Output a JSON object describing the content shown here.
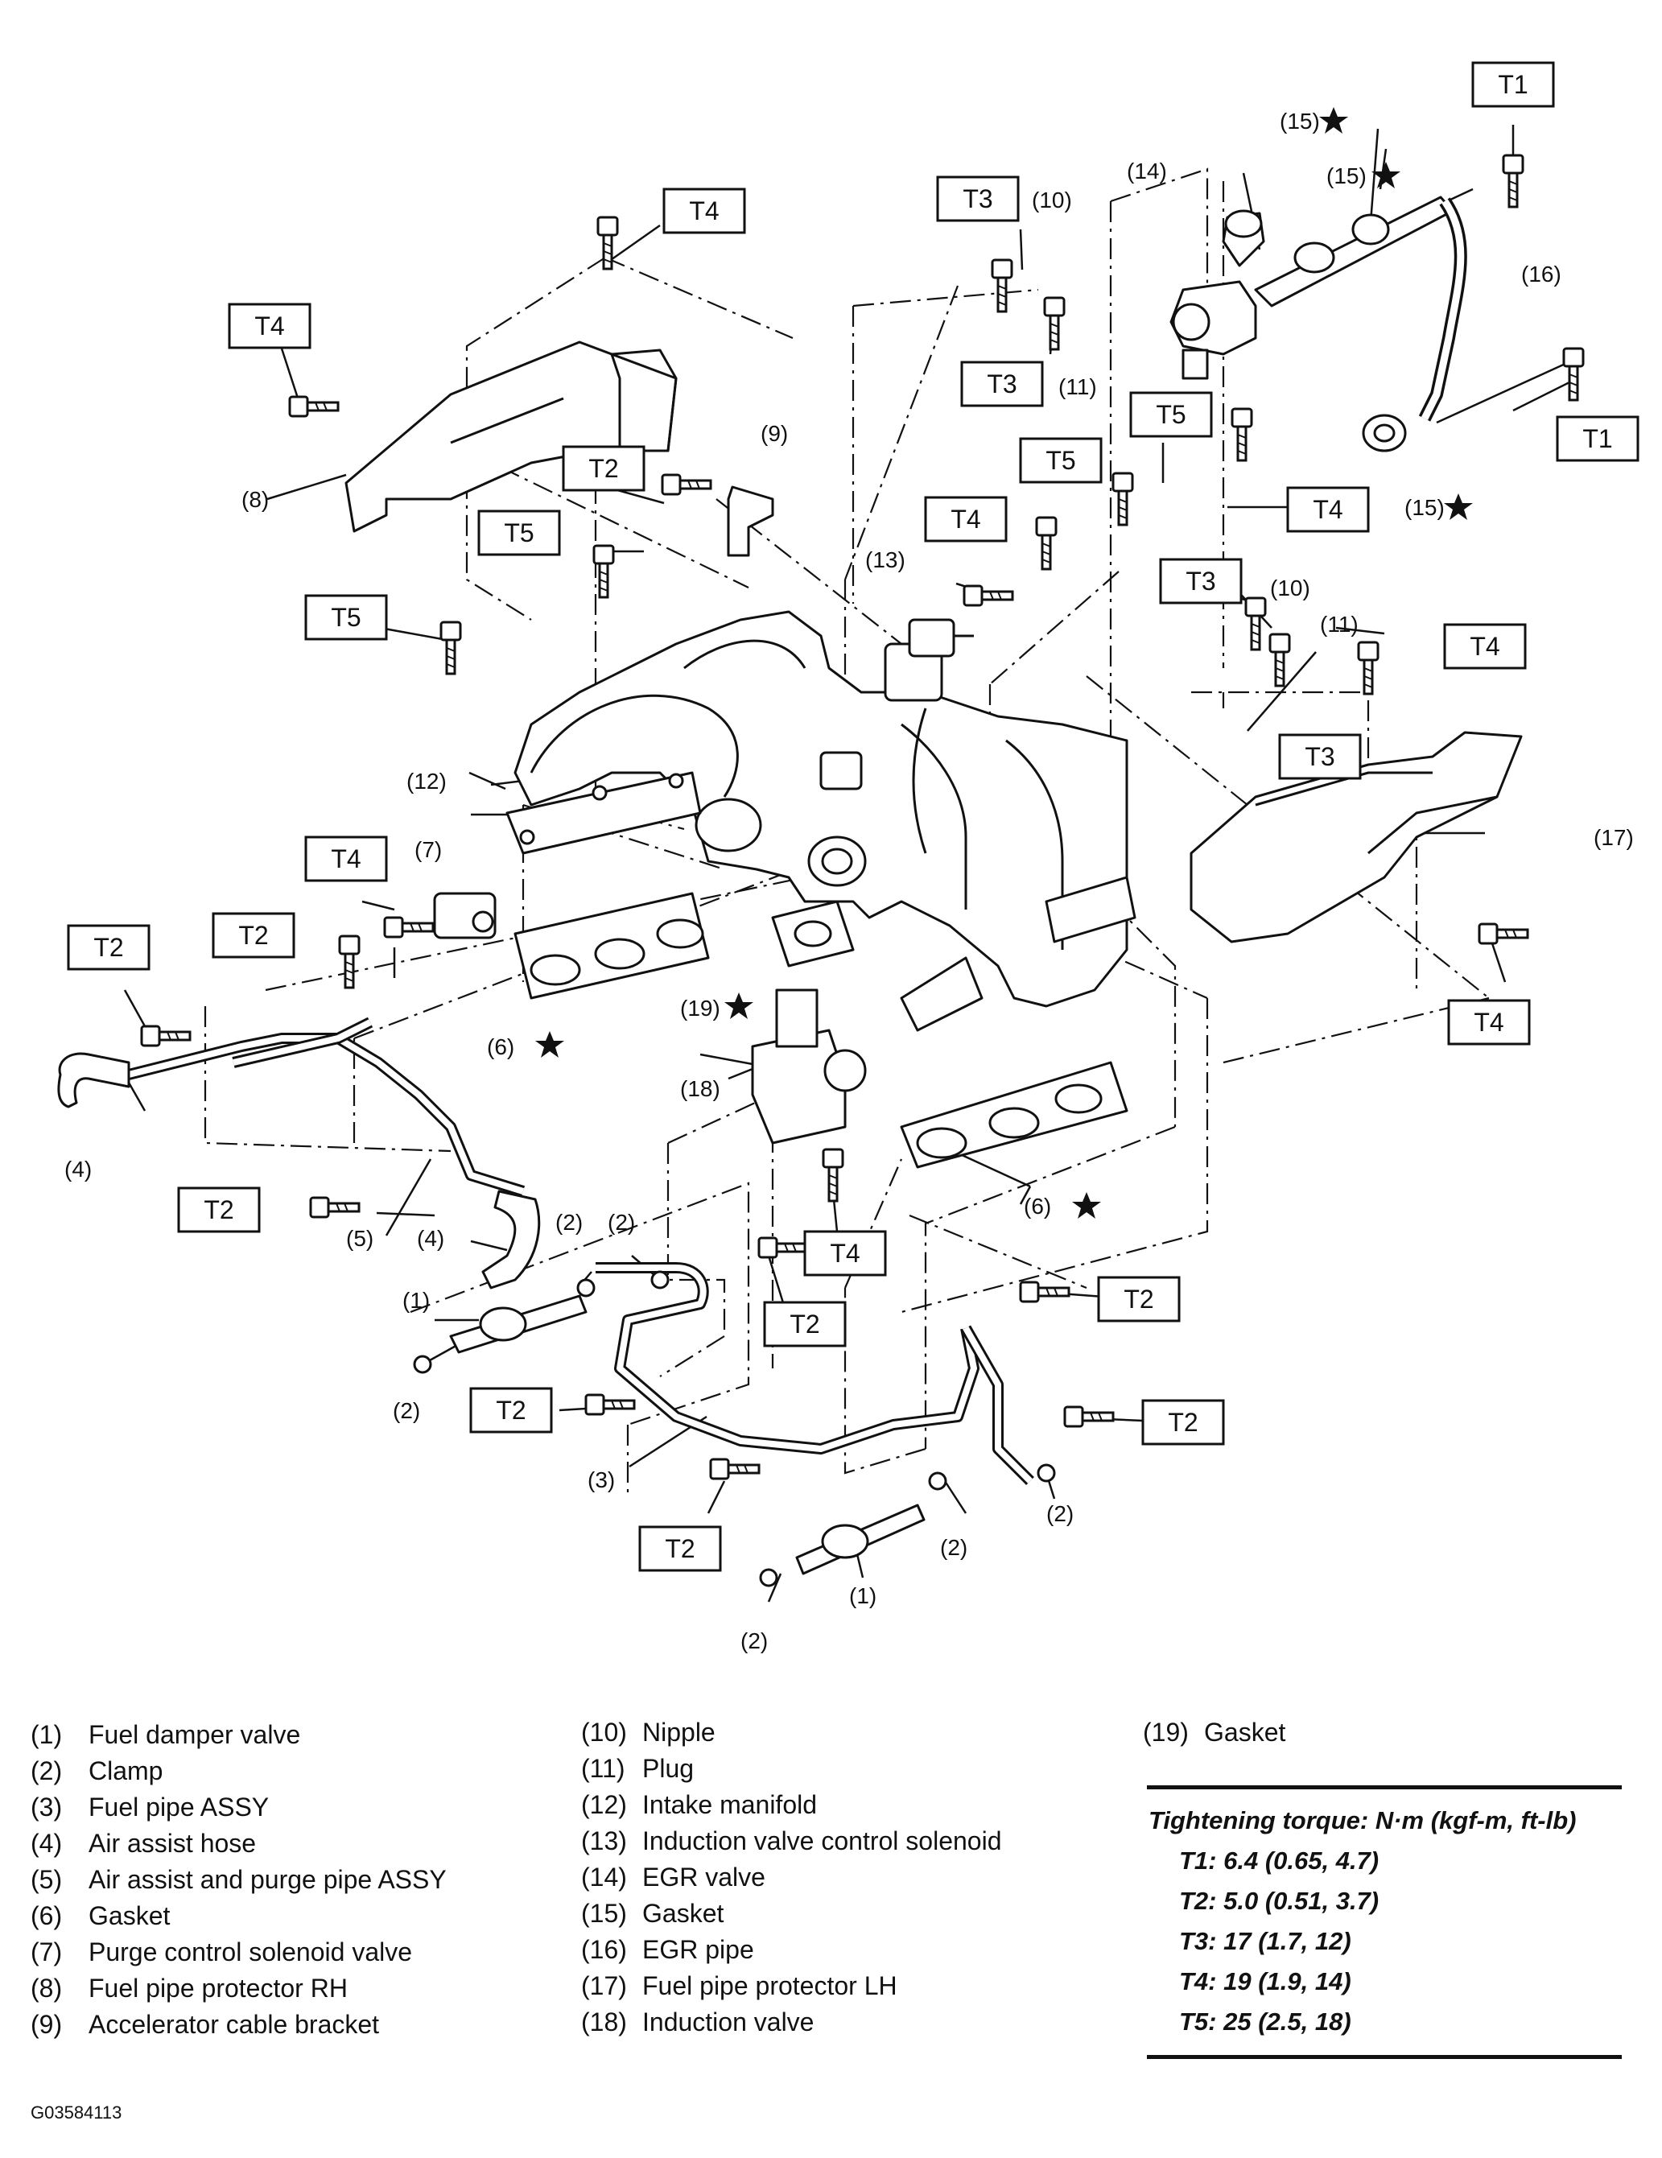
{
  "torque_labels": {
    "t1": "T1",
    "t2": "T2",
    "t3": "T3",
    "t4": "T4",
    "t5": "T5"
  },
  "callouts": {
    "c1": "(1)",
    "c2": "(2)",
    "c3": "(3)",
    "c4": "(4)",
    "c5": "(5)",
    "c6": "(6)",
    "c7": "(7)",
    "c8": "(8)",
    "c9": "(9)",
    "c10": "(10)",
    "c11": "(11)",
    "c12": "(12)",
    "c13": "(13)",
    "c14": "(14)",
    "c15": "(15)",
    "c16": "(16)",
    "c17": "(17)",
    "c18": "(18)",
    "c19": "(19)"
  },
  "legend": [
    {
      "num": "(1)",
      "name": "Fuel damper valve"
    },
    {
      "num": "(2)",
      "name": "Clamp"
    },
    {
      "num": "(3)",
      "name": "Fuel pipe ASSY"
    },
    {
      "num": "(4)",
      "name": "Air assist hose"
    },
    {
      "num": "(5)",
      "name": "Air assist and purge pipe ASSY"
    },
    {
      "num": "(6)",
      "name": "Gasket"
    },
    {
      "num": "(7)",
      "name": "Purge control solenoid valve"
    },
    {
      "num": "(8)",
      "name": "Fuel pipe protector RH"
    },
    {
      "num": "(9)",
      "name": "Accelerator cable bracket"
    },
    {
      "num": "(10)",
      "name": "Nipple"
    },
    {
      "num": "(11)",
      "name": "Plug"
    },
    {
      "num": "(12)",
      "name": "Intake manifold"
    },
    {
      "num": "(13)",
      "name": "Induction valve control solenoid"
    },
    {
      "num": "(14)",
      "name": "EGR valve"
    },
    {
      "num": "(15)",
      "name": "Gasket"
    },
    {
      "num": "(16)",
      "name": "EGR pipe"
    },
    {
      "num": "(17)",
      "name": "Fuel pipe protector LH"
    },
    {
      "num": "(18)",
      "name": "Induction valve"
    },
    {
      "num": "(19)",
      "name": "Gasket"
    }
  ],
  "torque_table": {
    "heading": "Tightening torque: N·m (kgf-m, ft-lb)",
    "rows": [
      "T1: 6.4 (0.65, 4.7)",
      "T2: 5.0 (0.51, 3.7)",
      "T3: 17 (1.7, 12)",
      "T4: 19 (1.9, 14)",
      "T5: 25 (2.5, 18)"
    ]
  },
  "figure_code": "G03584113",
  "colors": {
    "ink": "#111111",
    "paper": "#ffffff"
  }
}
